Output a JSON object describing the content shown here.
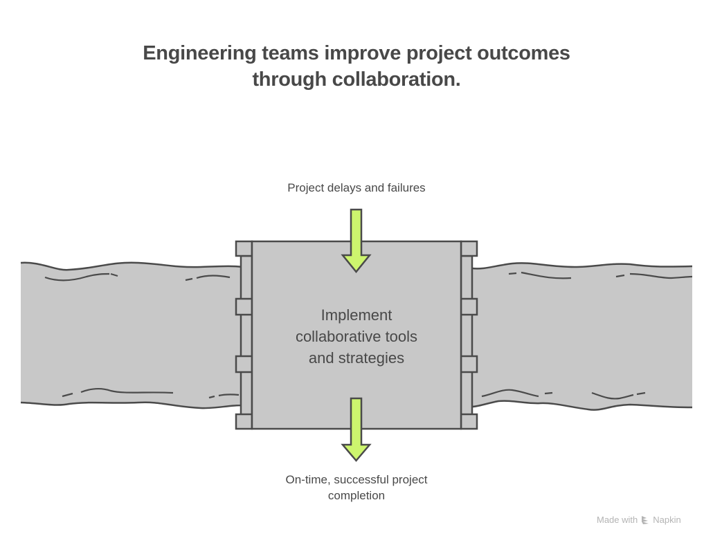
{
  "title": {
    "line1": "Engineering teams improve project outcomes",
    "line2": "through collaboration."
  },
  "diagram": {
    "type": "dam-filter",
    "input": {
      "label": "Project delays and failures",
      "arrow_color": "#cdf56e"
    },
    "process": {
      "line1": "Implement",
      "line2": "collaborative tools",
      "line3": "and strategies",
      "fill_color": "#c8c8c8"
    },
    "output": {
      "line1": "On-time, successful project",
      "line2": "completion",
      "arrow_color": "#cdf56e"
    },
    "stroke_color": "#4a4a4a",
    "river_color": "#c8c8c8"
  },
  "watermark": {
    "prefix": "Made with",
    "brand": "Napkin",
    "icon": "napkin-logo-icon"
  }
}
